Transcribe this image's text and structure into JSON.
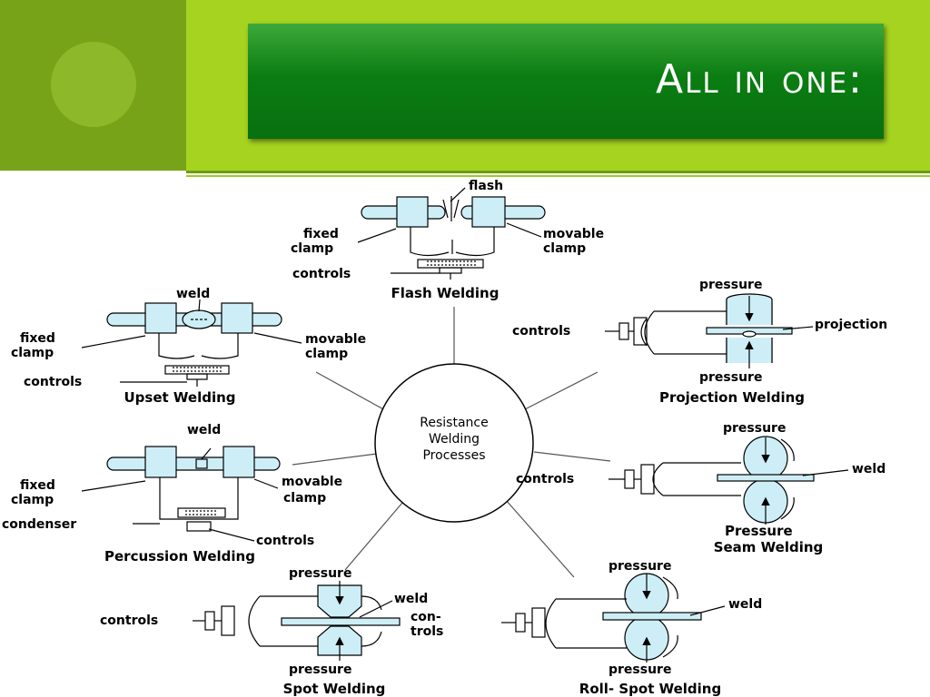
{
  "slide": {
    "title": "All in one:"
  },
  "diagram": {
    "hub": [
      "Resistance",
      "Welding",
      "Processes"
    ],
    "flash": {
      "caption": "Flash  Welding",
      "flash": "flash",
      "fixed": [
        "fixed",
        "clamp"
      ],
      "movable": [
        "movable",
        "clamp"
      ],
      "controls": "controls"
    },
    "upset": {
      "caption": "Upset Welding",
      "weld": "weld",
      "fixed": [
        "fixed",
        "clamp"
      ],
      "movable": [
        "movable",
        "clamp"
      ],
      "controls": "controls"
    },
    "projection": {
      "caption": "Projection  Welding",
      "pressure_top": "pressure",
      "pressure_bottom": "pressure",
      "controls": "controls",
      "projection": "projection"
    },
    "percussion": {
      "caption": "Percussion Welding",
      "weld": "weld",
      "fixed": [
        "fixed",
        "clamp"
      ],
      "movable": [
        "movable",
        "clamp"
      ],
      "condenser": "condenser",
      "controls": "controls"
    },
    "seam": {
      "caption": "Seam Welding",
      "pressure_top": "pressure",
      "pressure_bottom": "Pressure",
      "controls": "controls",
      "weld": "weld"
    },
    "spot": {
      "caption": "Spot Welding",
      "pressure_top": "pressure",
      "pressure_bottom": "pressure",
      "controls": "controls",
      "weld": "weld",
      "controls_right": [
        "con-",
        "trols"
      ]
    },
    "rollspot": {
      "caption": "Roll- Spot Welding",
      "pressure_top": "pressure",
      "pressure_bottom": "pressure",
      "weld": "weld"
    }
  },
  "colors": {
    "header": "#a6d320",
    "side": "#77a318",
    "title_box": "#0b7d12",
    "part_fill": "#cdeef7"
  }
}
